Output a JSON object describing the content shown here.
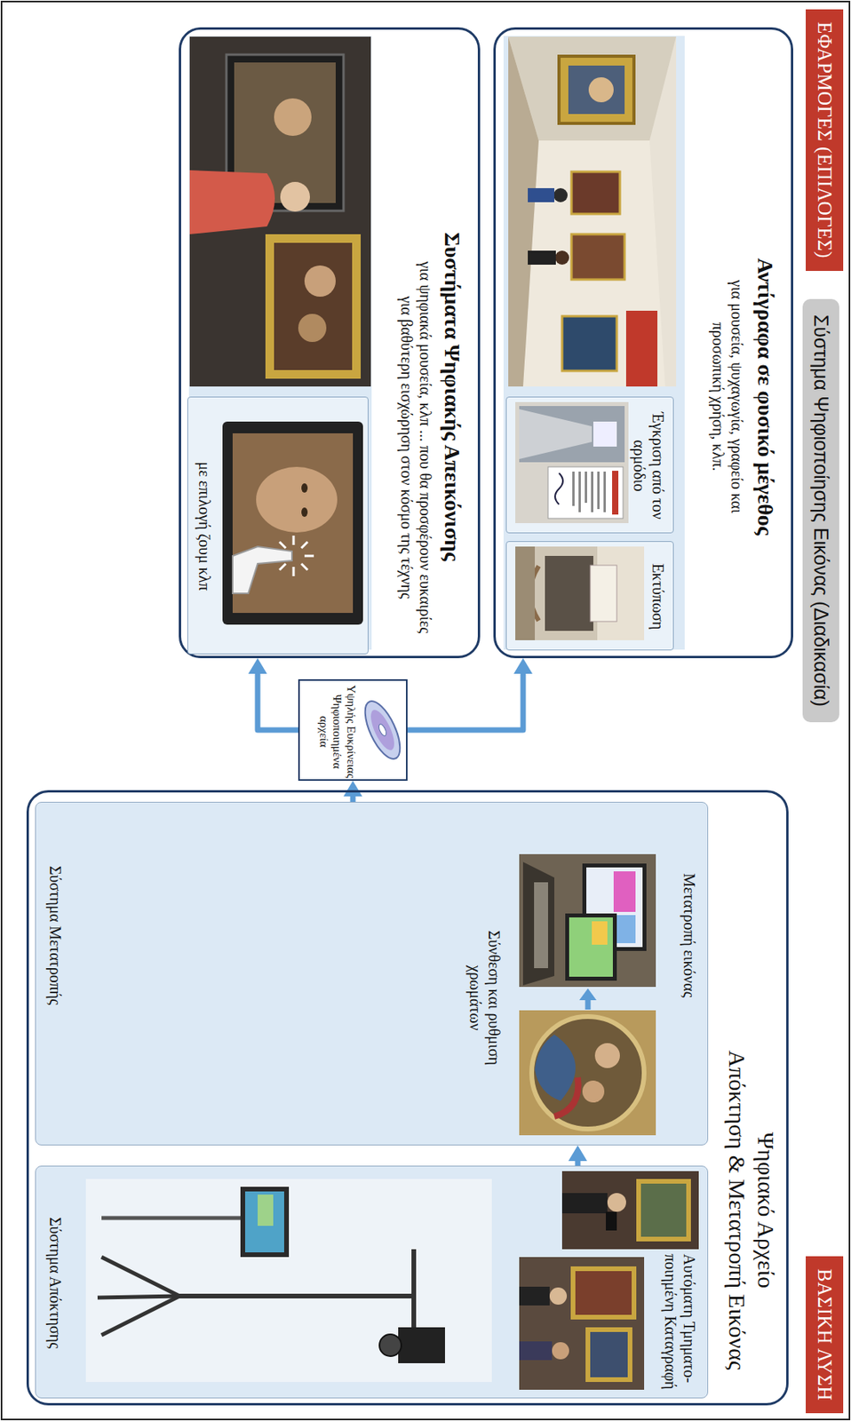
{
  "diagram": {
    "title": "Σύστημα Ψηφιοποίησης Εικόνας (Διαδικασία)",
    "nodes": [
      {
        "text": [
          "ΒΑΣΙΚΗ ΛΥΣΗ"
        ]
      },
      {
        "text": [
          "Ψηφιακό Αρχείο",
          "Απόκτηση & Μετατροπή Εικόνας"
        ]
      },
      {
        "text": [
          "Αυτόματη Τμηματο-ποιημένη Καταγραφή",
          "Σύστημα Απόκτησης"
        ],
        "in": 1
      },
      {
        "text": [
          "Μετατροπή εικόνας",
          "Σύνθεση και ρυθμιση χρωμάτων",
          "Σύστημα Μετατροπής"
        ],
        "in": 1
      },
      {
        "text": [
          "Υψηλής Ευκρίνειας Ψηφιοποιημένα αρχεία"
        ]
      },
      {
        "text": [
          "ΕΦΑΡΜΟΓΕΣ (ΕΠΙΛΟΓΕΣ)"
        ]
      },
      {
        "text": [
          "Αντίγραφα σε φυσικό μέγεθος",
          "για μουσεία, ψυχαγωγία, γραφείο και προσωπική χρήση, κλπ."
        ]
      },
      {
        "text": [
          "Εκτύπωση"
        ],
        "in": 6
      },
      {
        "text": [
          "Έγκριση από τον αρμόδιο"
        ],
        "in": 6
      },
      {
        "text": [
          "Συστήματα Ψηφιακής Απεικόνισης",
          "για ψηφιακά μουσεία, κλπ ... που θα προσφέρουν ευκαιρίες για βαθύτερη εισχώρηση στον κόσμο της τέχνης"
        ]
      },
      {
        "text": [
          "με επιλογή ζουμ κλπ"
        ],
        "in": 9
      }
    ],
    "edges": [
      {
        "from": 2,
        "to": 3,
        "arrow": "to"
      },
      {
        "from": 3,
        "to": 4,
        "arrow": "to"
      },
      {
        "from": 4,
        "to": 6,
        "arrow": "to"
      },
      {
        "from": 4,
        "to": 9,
        "arrow": "to"
      }
    ]
  }
}
